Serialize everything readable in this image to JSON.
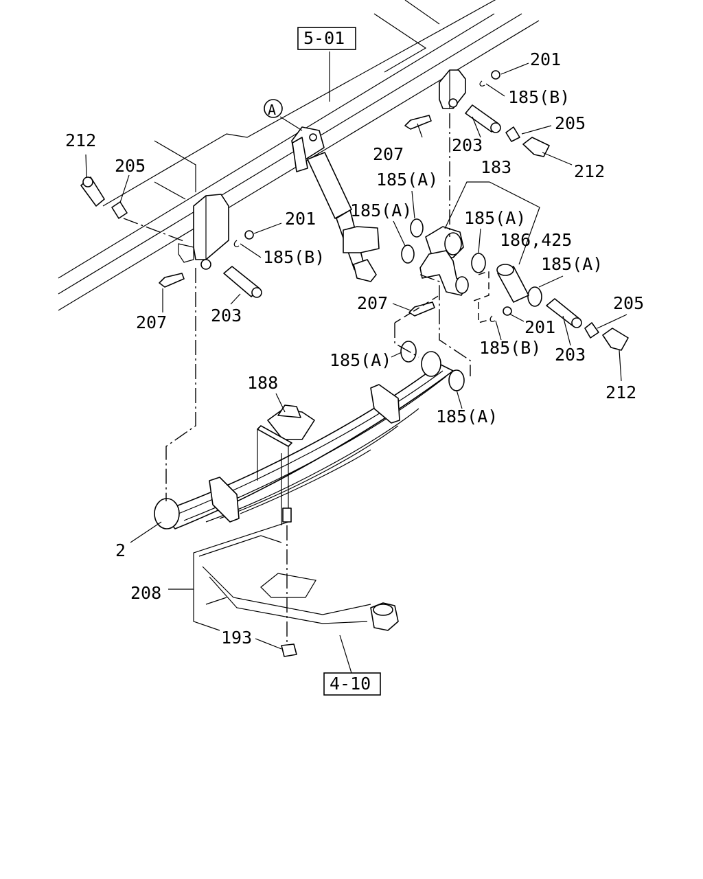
{
  "diagram": {
    "references": {
      "frame": "5-01",
      "axle": "4-10",
      "detail": "A"
    },
    "callouts": {
      "c201_top": "201",
      "c185b_top": "185(B)",
      "c205_top": "205",
      "c207_top": "207",
      "c203_top": "203",
      "c212_right_top": "212",
      "c183": "183",
      "c185a_1": "185(A)",
      "c185a_2": "185(A)",
      "c185a_3": "185(A)",
      "c186": "186,425",
      "c185a_4": "185(A)",
      "c212_left": "212",
      "c205_left": "205",
      "c201_left": "201",
      "c185b_left": "185(B)",
      "c207_left": "207",
      "c203_left": "203",
      "c207_mid": "207",
      "c205_right": "205",
      "c201_right": "201",
      "c185b_right": "185(B)",
      "c203_right": "203",
      "c212_right": "212",
      "c185a_5": "185(A)",
      "c185a_6": "185(A)",
      "c188": "188",
      "c2": "2",
      "c208": "208",
      "c193": "193"
    }
  }
}
